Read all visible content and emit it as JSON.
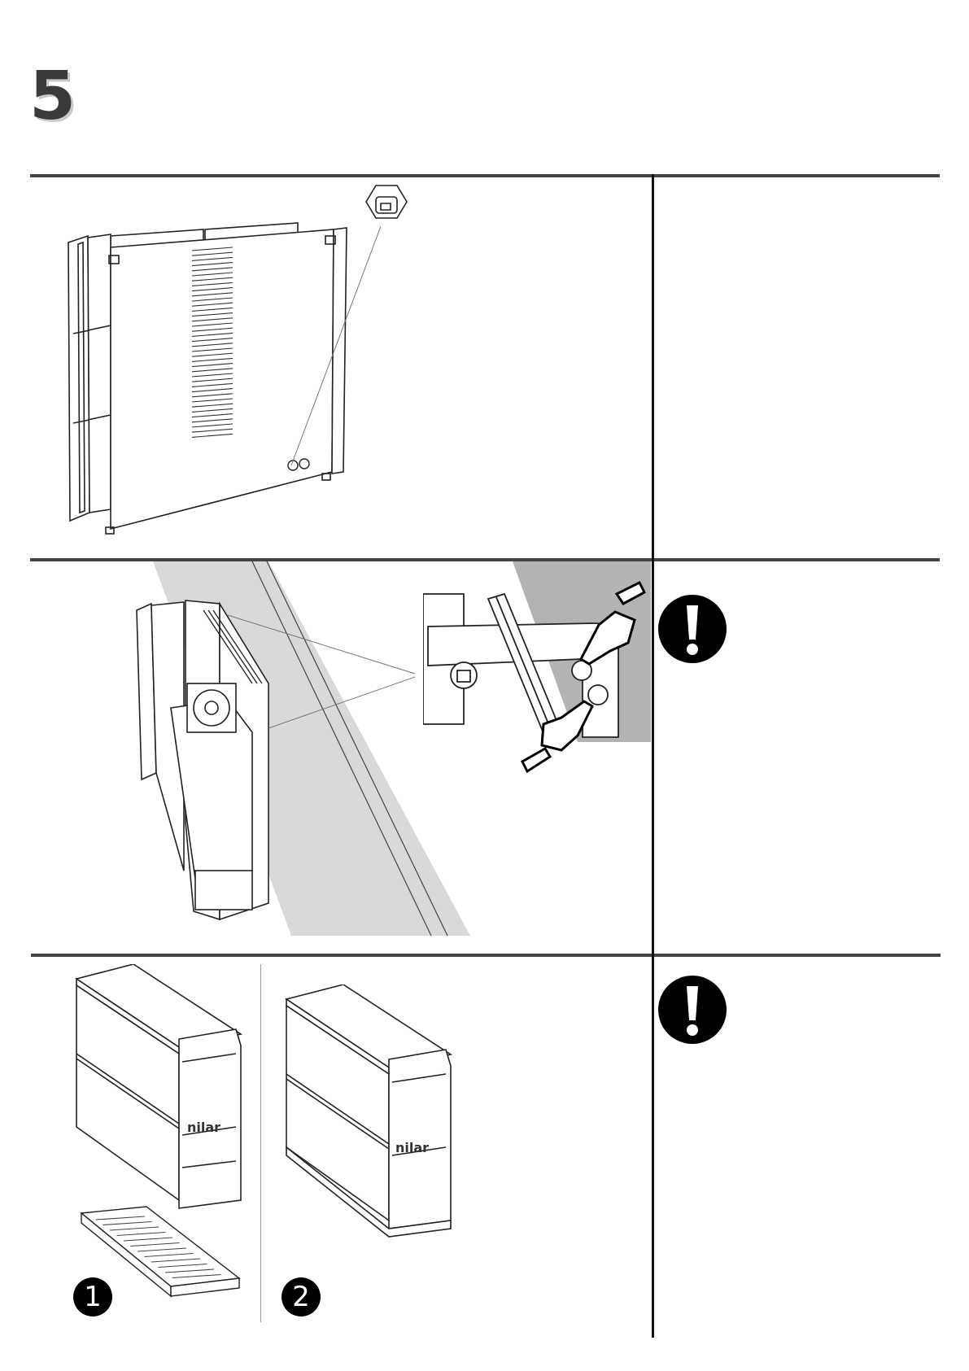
{
  "step": {
    "number": "5"
  },
  "rows": [
    {
      "id": "row-1",
      "warning": false
    },
    {
      "id": "row-2",
      "warning": true
    },
    {
      "id": "row-3",
      "warning": true
    }
  ],
  "row3": {
    "badges": [
      "1",
      "2"
    ],
    "brand_text": "nilar"
  },
  "colors": {
    "rule": "#444444",
    "wall": "#d9d9d9",
    "wall_dark": "#b3b3b3",
    "ink": "#000000"
  },
  "icons": [
    "exclamation-icon",
    "pointing-hand-icon",
    "nut-icon"
  ]
}
